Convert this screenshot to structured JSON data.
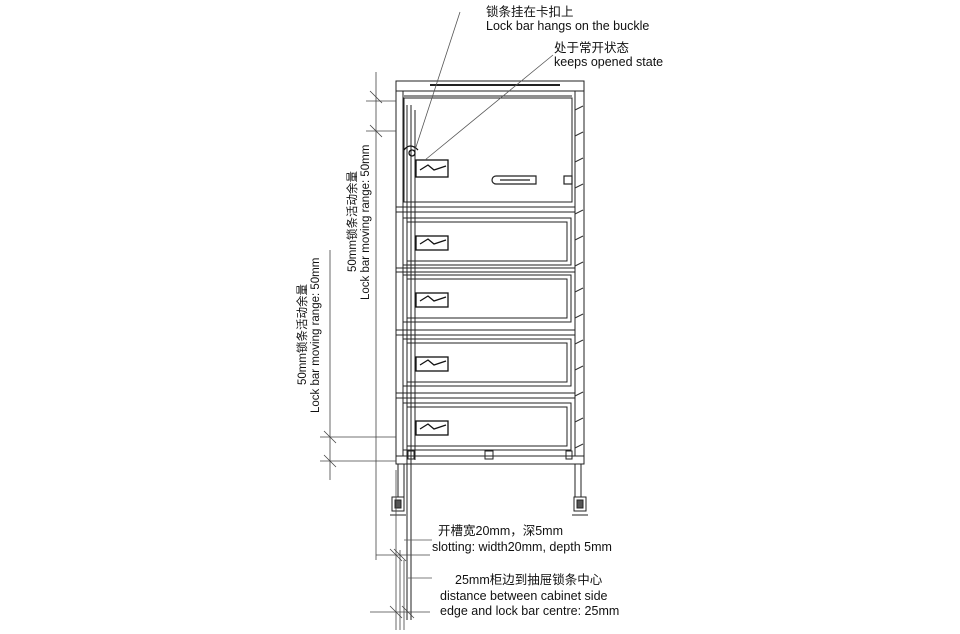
{
  "annotations": {
    "lock_bar_hangs_cn": "锁条挂在卡扣上",
    "lock_bar_hangs_en": "Lock bar hangs on the buckle",
    "keeps_opened_cn": "处于常开状态",
    "keeps_opened_en": "keeps opened state",
    "slotting_cn": "开槽宽20mm，深5mm",
    "slotting_en": "slotting: width20mm, depth 5mm",
    "distance_cn": "25mm柜边到抽屉锁条中心",
    "distance_en_1": "distance between cabinet side",
    "distance_en_2": "edge and lock bar centre: 25mm",
    "inner_range_cn": "50mm锁条活动余量",
    "inner_range_en": "Lock bar moving range: 50mm",
    "outer_range_cn": "50mm锁条活动余量",
    "outer_range_en": "Lock bar moving range: 50mm"
  },
  "colors": {
    "line": "#222222",
    "leader": "#555555",
    "background": "#ffffff"
  },
  "components": {
    "cabinet": "cabinet-frame",
    "drawers": [
      "drawer-1",
      "drawer-2",
      "drawer-3",
      "drawer-4",
      "drawer-5"
    ],
    "icons": [
      "lock-latch-icon",
      "door-handle-icon",
      "caster-wheel-icon"
    ]
  }
}
